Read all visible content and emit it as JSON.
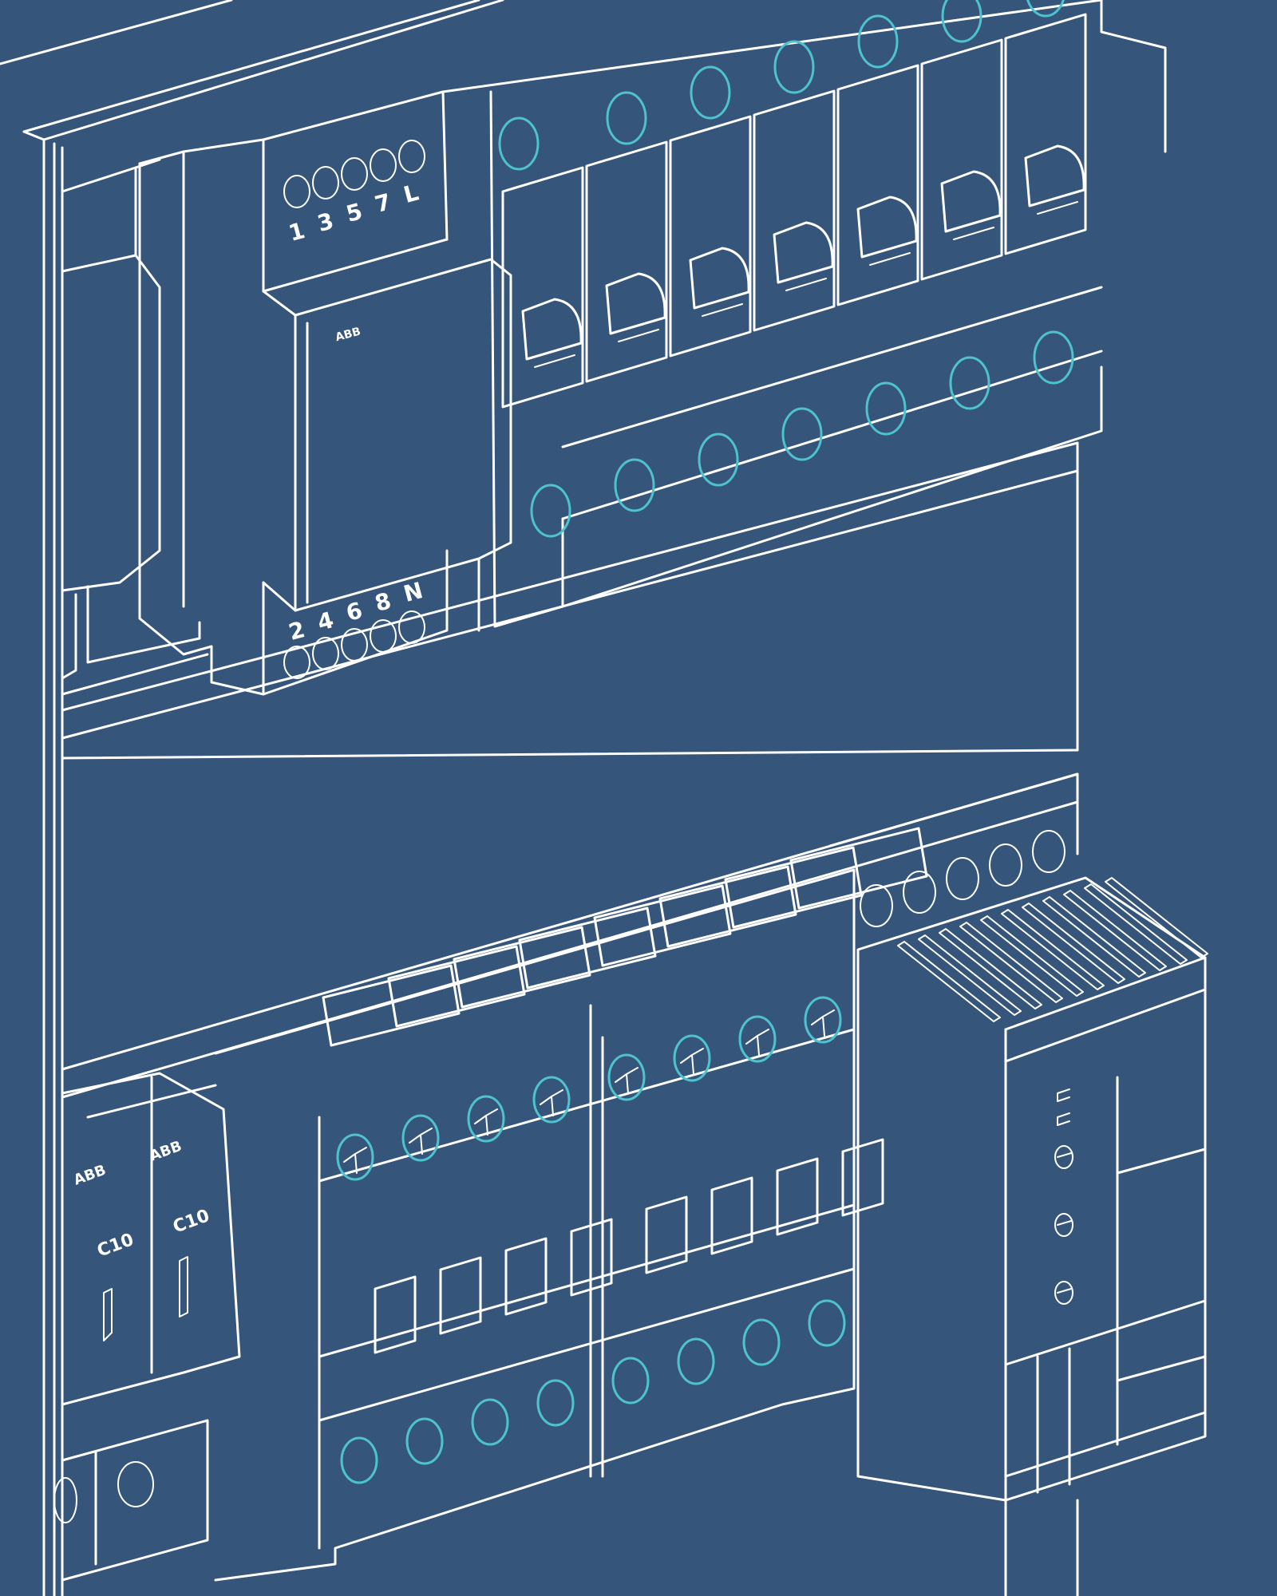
{
  "relay": {
    "top_terminals": [
      "1",
      "3",
      "5",
      "7",
      "L"
    ],
    "bottom_terminals": [
      "2",
      "4",
      "6",
      "8",
      "N"
    ],
    "brand": "ABB"
  },
  "breakers": {
    "brand": "ABB",
    "rating_labels": [
      "C10",
      "C10"
    ]
  },
  "colors": {
    "background": "#35557a",
    "line": "#ffffff",
    "terminal_accent": "#4fc2cf"
  }
}
